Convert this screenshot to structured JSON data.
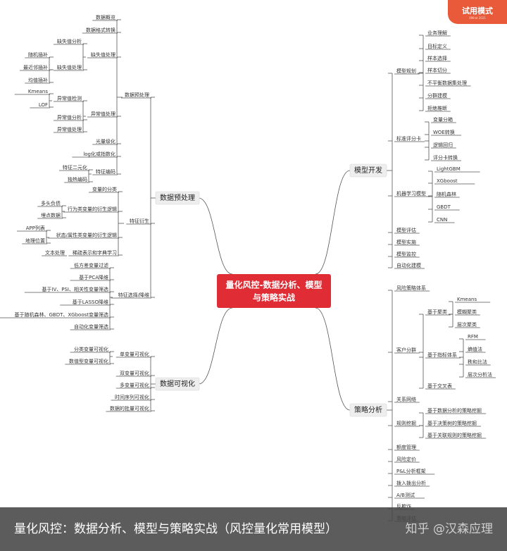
{
  "center": "量化风控-数据分析、模型与策略实战",
  "branches": {
    "preprocess": {
      "label": "数据预处理",
      "items": {
        "overview": "数据概览",
        "format": "数据格式转换",
        "missing": {
          "label": "缺失值处理",
          "analysis": "缺失值分析",
          "process": "缺失值处理",
          "leaves": [
            "随机插补",
            "最近邻插补",
            "均值插补"
          ]
        },
        "outlier": {
          "label": "异常值处理",
          "detect": "异常值检测",
          "detect_leaves": [
            "Kmeans",
            "LOF"
          ],
          "analysis": "异常值分析",
          "process": "异常值处理"
        },
        "smooth": "光量级化",
        "log": "log化或指数化",
        "encode": {
          "label": "特征编码",
          "leaves": [
            "特征二元化",
            "独热编码"
          ]
        }
      }
    },
    "derive": {
      "label": "特征衍生",
      "items": {
        "vartype": "变量的分类",
        "behavior": {
          "label": "行为类变量的衍生逻辑",
          "leaves": [
            "多头负债",
            "埋点数据"
          ]
        },
        "status": {
          "label": "状态/属性类变量的衍生逻辑",
          "leaves": [
            "APP列表",
            "地理位置"
          ]
        },
        "text": {
          "label": "稀疏表示和字典学习",
          "leaf": "文本处理"
        }
      }
    },
    "select": {
      "label": "特征选择/降维",
      "items": [
        "低方差变量过滤",
        "基于PCA降维",
        "基于IV、PSI、相关性变量筛选",
        "基于LASSO降维",
        "基于随机森林、GBDT、XGboost变量筛选",
        "自动化变量筛选"
      ]
    },
    "viz": {
      "label": "数据可视化",
      "single": {
        "label": "单变量可视化",
        "leaves": [
          "分类变量可视化",
          "数值型变量可视化"
        ]
      },
      "items": [
        "双变量可视化",
        "多变量可视化",
        "时间序列可视化",
        "数据的批量可视化"
      ]
    },
    "model": {
      "label": "模型开发",
      "plan": {
        "label": "模型规划",
        "leaves": [
          "业务理解",
          "目标定义",
          "样本选择",
          "样本切分",
          "不平衡数据集处理",
          "分群建模",
          "拒绝推断"
        ]
      },
      "scorecard": {
        "label": "标准评分卡",
        "leaves": [
          "变量分箱",
          "WOE转换",
          "逻辑回归",
          "评分卡转换"
        ]
      },
      "ml": {
        "label": "机器学习模型",
        "leaves": [
          "LightGBM",
          "XGboost",
          "随机森林",
          "GBDT",
          "CNN"
        ]
      },
      "items": [
        "模型评估",
        "模型实施",
        "模型监控",
        "自动化建模"
      ]
    },
    "strategy": {
      "label": "策略分析",
      "system": "风险策略体系",
      "segment": {
        "label": "客户分群",
        "cluster": {
          "label": "基于聚类",
          "leaves": [
            "Kmeans",
            "模糊聚类",
            "层次聚类"
          ]
        },
        "index": {
          "label": "基于指标体系",
          "leaves": [
            "RFM",
            "熵值法",
            "秩和比法",
            "层次分析法"
          ]
        },
        "cross": "基于交叉表"
      },
      "network": "关系网络",
      "rule": {
        "label": "规则挖掘",
        "leaves": [
          "基于数据分析的策略挖掘",
          "基于决策树的策略挖掘",
          "基于关联规则的策略挖掘"
        ]
      },
      "items": [
        "额度管理",
        "风险定价",
        "P&L分析框架",
        "拨入拨出分析",
        "A/B测试",
        "反欺诈",
        "策略评估"
      ]
    }
  },
  "trial": {
    "title": "试用模式",
    "sub": "XMind 2021"
  },
  "caption": "量化风控：数据分析、模型与策略实战（风控量化常用模型）",
  "watermark": "知乎 @汉森应理",
  "colors": {
    "center": "#e02d35",
    "line": "#555555",
    "trial": "#e85a3a"
  }
}
